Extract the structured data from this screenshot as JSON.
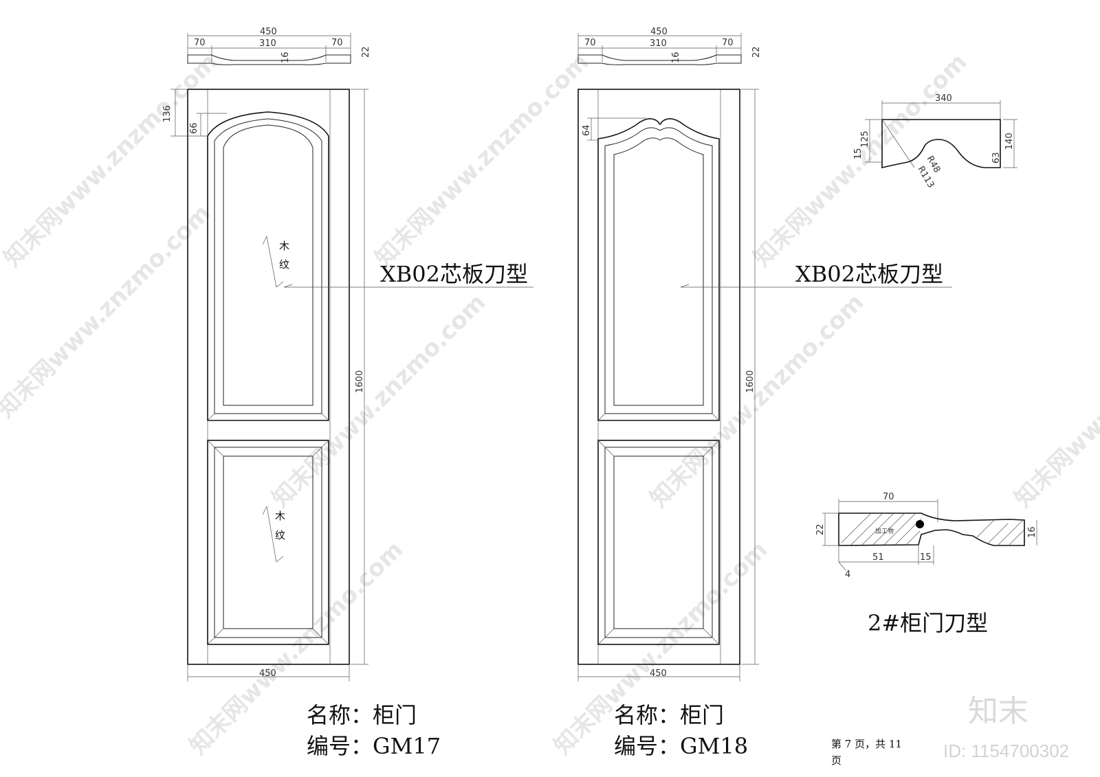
{
  "door1": {
    "top_width": "450",
    "top_left": "70",
    "top_mid": "310",
    "top_right": "70",
    "top_small": "16",
    "top_thick": "22",
    "arch_height": "136",
    "arch_inner": "66",
    "grain_top": "木纹",
    "grain_bottom": "木纹",
    "height": "1600",
    "bottom_width": "450",
    "panel_label": "XB02芯板刀型",
    "name": "名称：柜门",
    "code": "编号：GM17"
  },
  "door2": {
    "top_width": "450",
    "top_left": "70",
    "top_mid": "310",
    "top_right": "70",
    "top_small": "16",
    "top_thick": "22",
    "crown_height": "64",
    "height": "1600",
    "bottom_width": "450",
    "panel_label": "XB02芯板刀型",
    "name": "名称：柜门",
    "code": "编号：GM18"
  },
  "profile_top": {
    "width": "340",
    "h1": "125",
    "h2": "15",
    "r1": "R48",
    "r2": "R113",
    "h3": "63",
    "h4": "140"
  },
  "profile_bottom": {
    "width": "70",
    "thick": "22",
    "inner": "16",
    "d1": "51",
    "d2": "15",
    "d3": "4",
    "center_text": "加工物"
  },
  "blade_title": "2#柜门刀型",
  "page": {
    "line1": "第 7  页，共 11",
    "line2": "页"
  },
  "watermark": {
    "site": "知末网www.znzmo.com",
    "logo": "知末",
    "id": "ID: 1154700302"
  }
}
